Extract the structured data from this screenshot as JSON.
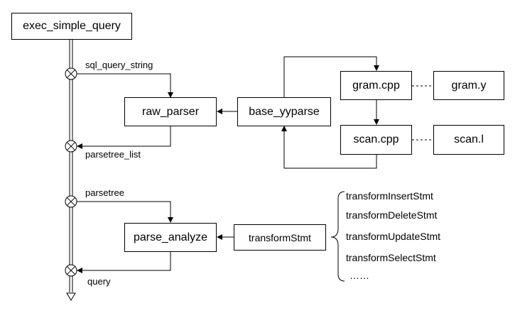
{
  "nodes": {
    "exec_simple_query": "exec_simple_query",
    "raw_parser": "raw_parser",
    "base_yyparse": "base_yyparse",
    "gram_cpp": "gram.cpp",
    "gram_y": "gram.y",
    "scan_cpp": "scan.cpp",
    "scan_l": "scan.l",
    "parse_analyze": "parse_analyze",
    "transformStmt": "transformStmt"
  },
  "edge_labels": {
    "sql_query_string": "sql_query_string",
    "parsetree_list": "parsetree_list",
    "parsetree": "parsetree",
    "query": "query"
  },
  "transform_functions": [
    "transformInsertStmt",
    "transformDeleteStmt",
    "transformUpdateStmt",
    "transformSelectStmt",
    "……"
  ],
  "colors": {
    "stroke": "#000000",
    "background": "#ffffff"
  }
}
